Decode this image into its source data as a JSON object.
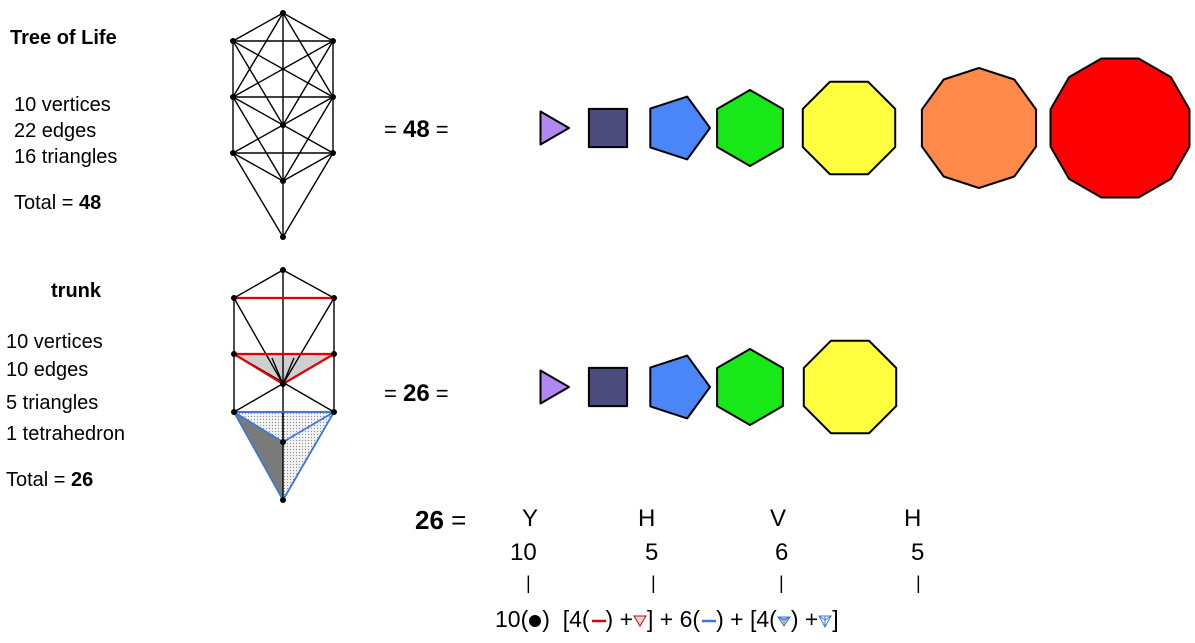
{
  "tree_of_life": {
    "title": "Tree of Life",
    "stats": [
      "10 vertices",
      "22 edges",
      "16 triangles"
    ],
    "total_label": "Total = ",
    "total_value": "48"
  },
  "trunk": {
    "title": "trunk",
    "stats": [
      "10 vertices",
      "10 edges",
      "5 triangles",
      "1 tetrahedron"
    ],
    "total_label": "Total = ",
    "total_value": "26"
  },
  "equation_48": {
    "prefix": "= ",
    "value": "48",
    "suffix": " ="
  },
  "equation_26": {
    "prefix": "= ",
    "value": "26",
    "suffix": " ="
  },
  "polygons_48": [
    {
      "sides": 3,
      "color": "#b088f0"
    },
    {
      "sides": 4,
      "color": "#4b4b7c"
    },
    {
      "sides": 5,
      "color": "#4a86f7"
    },
    {
      "sides": 6,
      "color": "#18e818"
    },
    {
      "sides": 8,
      "color": "#ffff40"
    },
    {
      "sides": 10,
      "color": "#ff8a4a"
    },
    {
      "sides": 12,
      "color": "#ff0000"
    }
  ],
  "polygons_26": [
    {
      "sides": 3,
      "color": "#b088f0"
    },
    {
      "sides": 4,
      "color": "#4b4b7c"
    },
    {
      "sides": 5,
      "color": "#4a86f7"
    },
    {
      "sides": 6,
      "color": "#18e818"
    },
    {
      "sides": 8,
      "color": "#ffff40"
    }
  ],
  "formula": {
    "lhs": "26",
    "eq": " =",
    "letters": [
      "Y",
      "H",
      "V",
      "H"
    ],
    "numbers": [
      "10",
      "5",
      "6",
      "5"
    ],
    "bar": "|",
    "part_a": "10(",
    "part_a_end": ")",
    "part_b_open": "[4(",
    "part_b_mid": ") +",
    "part_b_close": "] + 6(",
    "part_c_mid": ") + [4(",
    "part_d_mid": ") +",
    "part_d_close": "]"
  },
  "colors": {
    "red_edge": "#e00000",
    "blue_edge": "#3a78d8"
  }
}
